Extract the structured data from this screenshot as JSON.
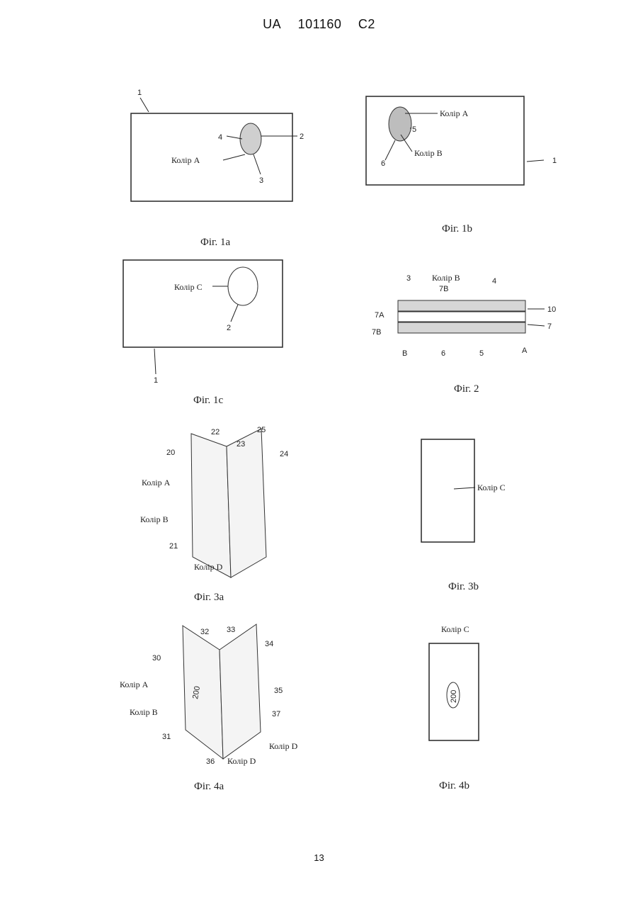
{
  "header": {
    "country": "UA",
    "number": "101160",
    "kind": "C2"
  },
  "page_number": "13",
  "figures": {
    "f1a": {
      "caption": "Фіг. 1а",
      "ref_1": "1",
      "ref_2": "2",
      "ref_3": "3",
      "ref_4": "4",
      "color_a": "Колір  А"
    },
    "f1b": {
      "caption": "Фіг. 1b",
      "color_a": "Колір А",
      "color_b": "Колір В",
      "ref_5": "5",
      "ref_6": "6",
      "ref_1": "1"
    },
    "f1c": {
      "caption": "Фіг. 1с",
      "color_c": "Колір С",
      "ref_2": "2",
      "ref_1": "1"
    },
    "f2": {
      "caption": "Фіг. 2",
      "ref_3": "3",
      "color_b": "Колір В",
      "ref_4": "4",
      "ref_7b_top": "7В",
      "ref_7a": "7А",
      "ref_7b": "7В",
      "ref_10": "10",
      "ref_7": "7",
      "ref_b": "В",
      "ref_6": "6",
      "ref_5": "5",
      "ref_a": "А"
    },
    "f3a": {
      "caption": "Фіг. 3а",
      "ref_20": "20",
      "ref_22": "22",
      "ref_25": "25",
      "ref_23": "23",
      "ref_24": "24",
      "color_a": "Колір А",
      "color_b": "Колір В",
      "ref_21": "21",
      "color_d": "Колір D"
    },
    "f3b": {
      "caption": "Фіг. 3b",
      "color_c": "Колір С"
    },
    "f4a": {
      "caption": "Фіг. 4а",
      "ref_32": "32",
      "ref_33": "33",
      "ref_30": "30",
      "ref_34": "34",
      "color_a": "Колір А",
      "ref_200": "200",
      "ref_35": "35",
      "color_b": "Колір В",
      "ref_37": "37",
      "ref_31": "31",
      "color_d_right": "Колір D",
      "ref_36": "36",
      "color_d": "Колір D"
    },
    "f4b": {
      "caption": "Фіг. 4b",
      "color_c": "Колір С",
      "ref_200": "200"
    }
  }
}
